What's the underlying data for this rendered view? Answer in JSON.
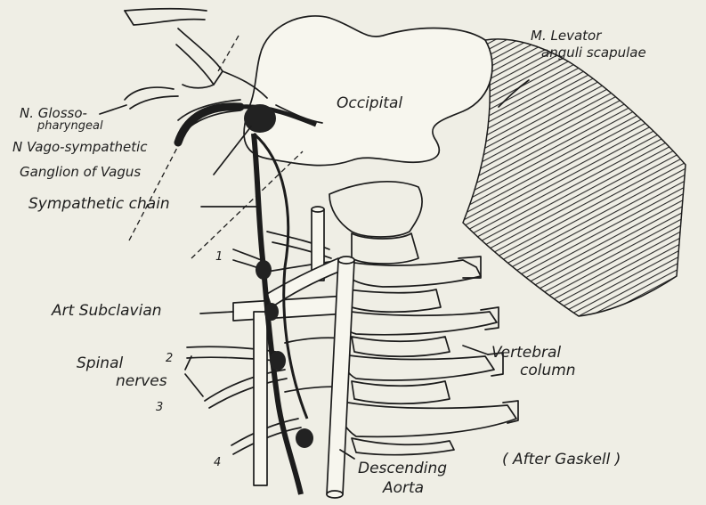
{
  "labels": {
    "levator": "M. Levator",
    "levator2": "anguli scapulae",
    "occipital": "Occipital",
    "glosso": "N. Glosso-",
    "glosso2": "pharyngeal",
    "vago": "N Vago-sympathetic",
    "ganglion": "Ganglion of Vagus",
    "sympathetic": "Sympathetic chain",
    "subclavian": "Art Subclavian",
    "spinal": "Spinal",
    "nerves": "nerves",
    "vertebral": "Vertebral",
    "column": "column",
    "descending": "Descending",
    "aorta": "Aorta",
    "credit": "( After Gaskell )",
    "n1": "1",
    "n2": "2",
    "n3": "3",
    "n4": "4"
  }
}
